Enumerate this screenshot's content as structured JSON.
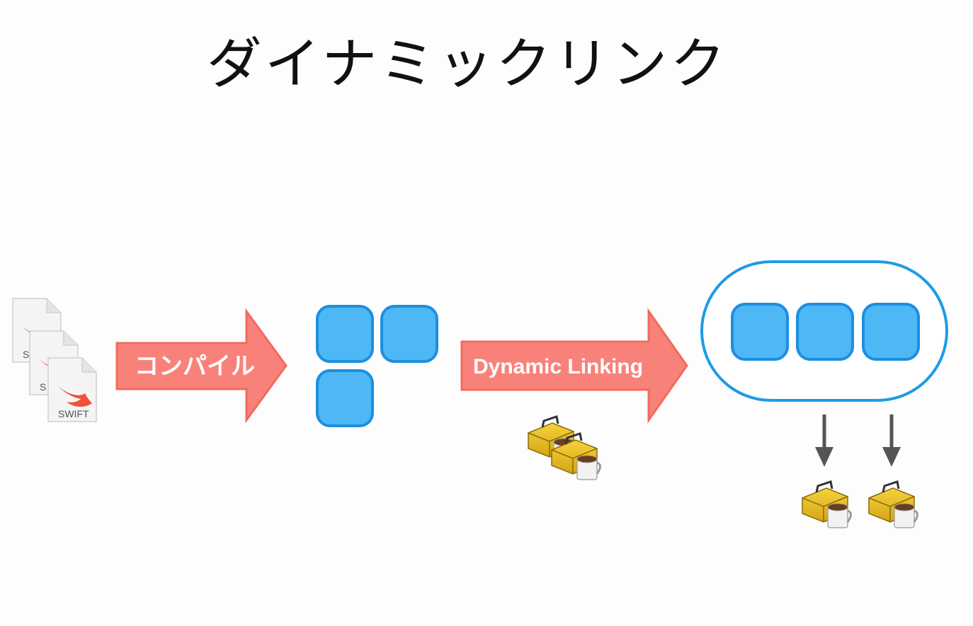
{
  "title": "ダイナミックリンク",
  "source_files": {
    "label": "SWIFT",
    "partial_labels": [
      "S",
      "S"
    ],
    "count": 3
  },
  "compile_arrow": {
    "label": "コンパイル"
  },
  "object_modules": {
    "count": 3
  },
  "link_arrow": {
    "label": "Dynamic Linking"
  },
  "linked_binary": {
    "module_count": 3
  },
  "libraries": {
    "toolbox_count_near_arrow": 2,
    "toolbox_count_below_binary": 2
  },
  "colors": {
    "arrow_fill": "#f88279",
    "arrow_stroke": "#f26a5e",
    "module_fill": "#4db8f5",
    "module_stroke": "#1c8fe0",
    "container_stroke": "#1d9be6",
    "down_arrow": "#555555",
    "swift_orange": "#f05138"
  },
  "icons": [
    "swift-file-icon",
    "toolbox-coffee-icon"
  ]
}
